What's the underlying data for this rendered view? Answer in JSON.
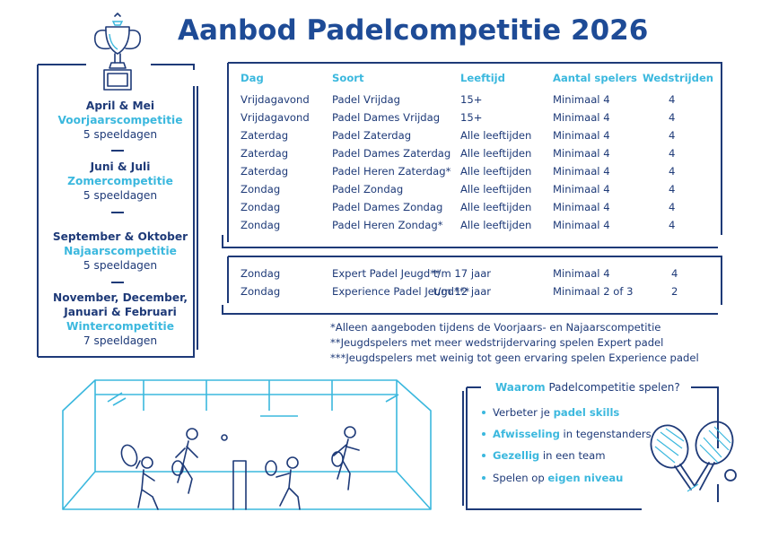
{
  "title": "Aanbod Padelcompetitie 2026",
  "colors": {
    "navy": "#1e3a78",
    "accent": "#3bb8de"
  },
  "seasons": [
    {
      "period": "April & Mei",
      "name": "Voorjaarscompetitie",
      "days": "5 speeldagen"
    },
    {
      "period": "Juni & Juli",
      "name": "Zomercompetitie",
      "days": "5 speeldagen"
    },
    {
      "period": "September & Oktober",
      "name": "Najaarscompetitie",
      "days": "5 speeldagen"
    },
    {
      "period_line1": "November, December,",
      "period_line2": "Januari & Februari",
      "name": "Wintercompetitie",
      "days": "7 speeldagen"
    }
  ],
  "table": {
    "headers": [
      "Dag",
      "Soort",
      "Leeftijd",
      "Aantal spelers",
      "Wedstrijden"
    ],
    "rows": [
      [
        "Vrijdagavond",
        "Padel Vrijdag",
        "15+",
        "Minimaal 4",
        "4"
      ],
      [
        "Vrijdagavond",
        "Padel Dames Vrijdag",
        "15+",
        "Minimaal 4",
        "4"
      ],
      [
        "Zaterdag",
        "Padel Zaterdag",
        "Alle leeftijden",
        "Minimaal 4",
        "4"
      ],
      [
        "Zaterdag",
        "Padel Dames Zaterdag",
        "Alle leeftijden",
        "Minimaal 4",
        "4"
      ],
      [
        "Zaterdag",
        "Padel Heren Zaterdag*",
        "Alle leeftijden",
        "Minimaal 4",
        "4"
      ],
      [
        "Zondag",
        "Padel Zondag",
        "Alle leeftijden",
        "Minimaal 4",
        "4"
      ],
      [
        "Zondag",
        "Padel Dames Zondag",
        "Alle leeftijden",
        "Minimaal 4",
        "4"
      ],
      [
        "Zondag",
        "Padel Heren Zondag*",
        "Alle leeftijden",
        "Minimaal 4",
        "4"
      ]
    ]
  },
  "youth_table": {
    "rows": [
      [
        "Zondag",
        "Expert Padel Jeugd**",
        "t/m 17 jaar",
        "Minimaal 4",
        "4"
      ],
      [
        "Zondag",
        "Experience Padel Jeugd***",
        "t/m 12 jaar",
        "Minimaal 2 of 3",
        "2"
      ]
    ]
  },
  "footnotes": [
    "*Alleen aangeboden tijdens de Voorjaars- en Najaarscompetitie",
    "**Jeugdspelers met meer wedstrijdervaring spelen Expert padel",
    "***Jeugdspelers met weinig tot geen ervaring spelen Experience padel"
  ],
  "why": {
    "title_highlight": "Waarom",
    "title_rest": " Padelcompetitie spelen?",
    "items": [
      {
        "pre": "Verbeter je ",
        "bold": "padel skills",
        "post": ""
      },
      {
        "pre": "",
        "bold": "Afwisseling",
        "post": " in tegenstanders"
      },
      {
        "pre": "",
        "bold": "Gezellig",
        "post": " in een team"
      },
      {
        "pre": "Spelen op ",
        "bold": "eigen niveau",
        "post": ""
      }
    ]
  },
  "icons": [
    "trophy-icon",
    "padel-court-illustration",
    "padel-rackets-icon"
  ]
}
